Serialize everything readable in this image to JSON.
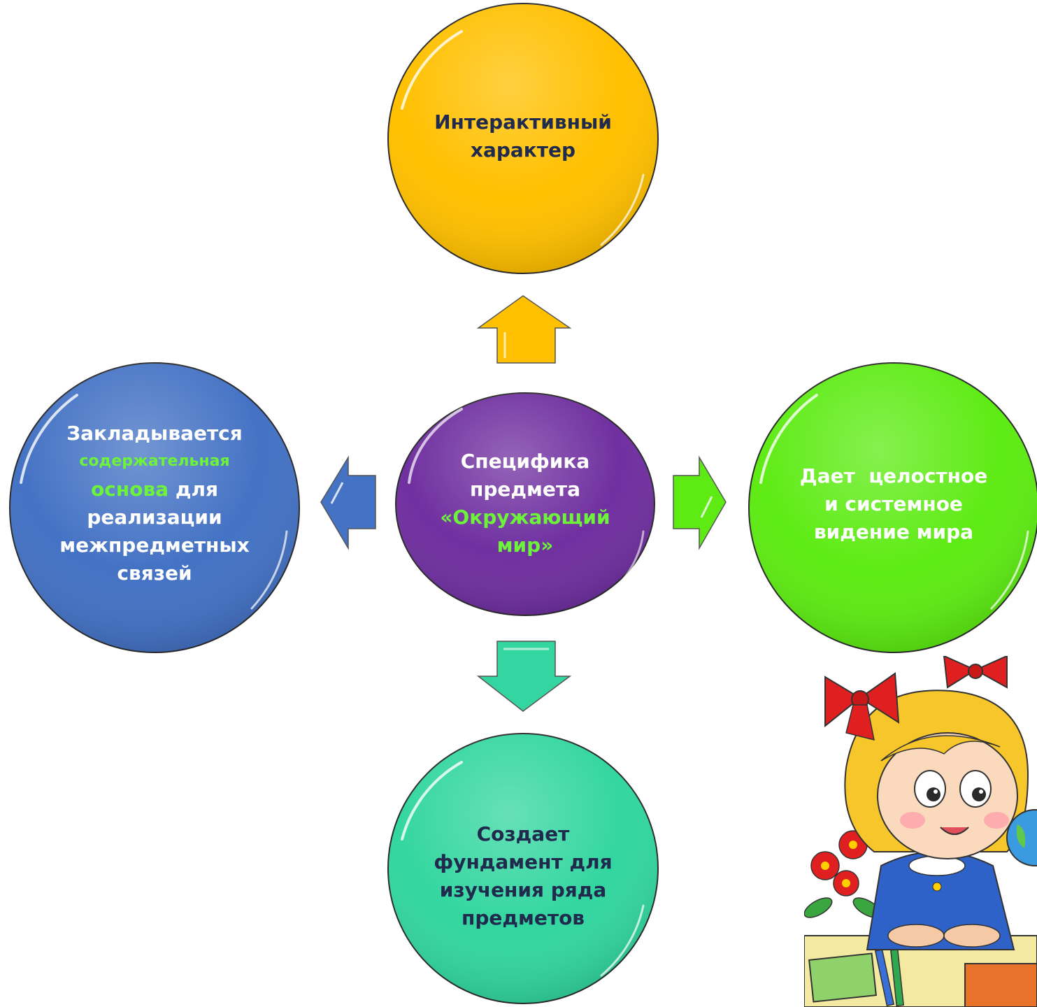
{
  "center": {
    "lines": [
      "Специфика",
      "предмета"
    ],
    "highlight_lines": [
      "«Окружающий",
      "мир»"
    ]
  },
  "top": {
    "lines": [
      "Интерактивный",
      "характер"
    ]
  },
  "left": {
    "line1": "Закладывается",
    "line2": "содержательная",
    "line3_green": "основа",
    "line3_rest": " для",
    "line4": "реализации",
    "line5": "межпредметных",
    "line6": "связей"
  },
  "right": {
    "lines": [
      "Дает  целостное",
      "и системное",
      "видение мира"
    ]
  },
  "bottom": {
    "lines": [
      "Создает",
      "фундамент для",
      "изучения ряда",
      "предметов"
    ]
  },
  "colors": {
    "center": "#7030a0",
    "top": "#ffc000",
    "left": "#4472c4",
    "right": "#5eeb14",
    "bottom": "#33d6a0",
    "text_dark": "#1f2a4d",
    "text_white": "#ffffff",
    "text_green": "#6cf33a"
  }
}
